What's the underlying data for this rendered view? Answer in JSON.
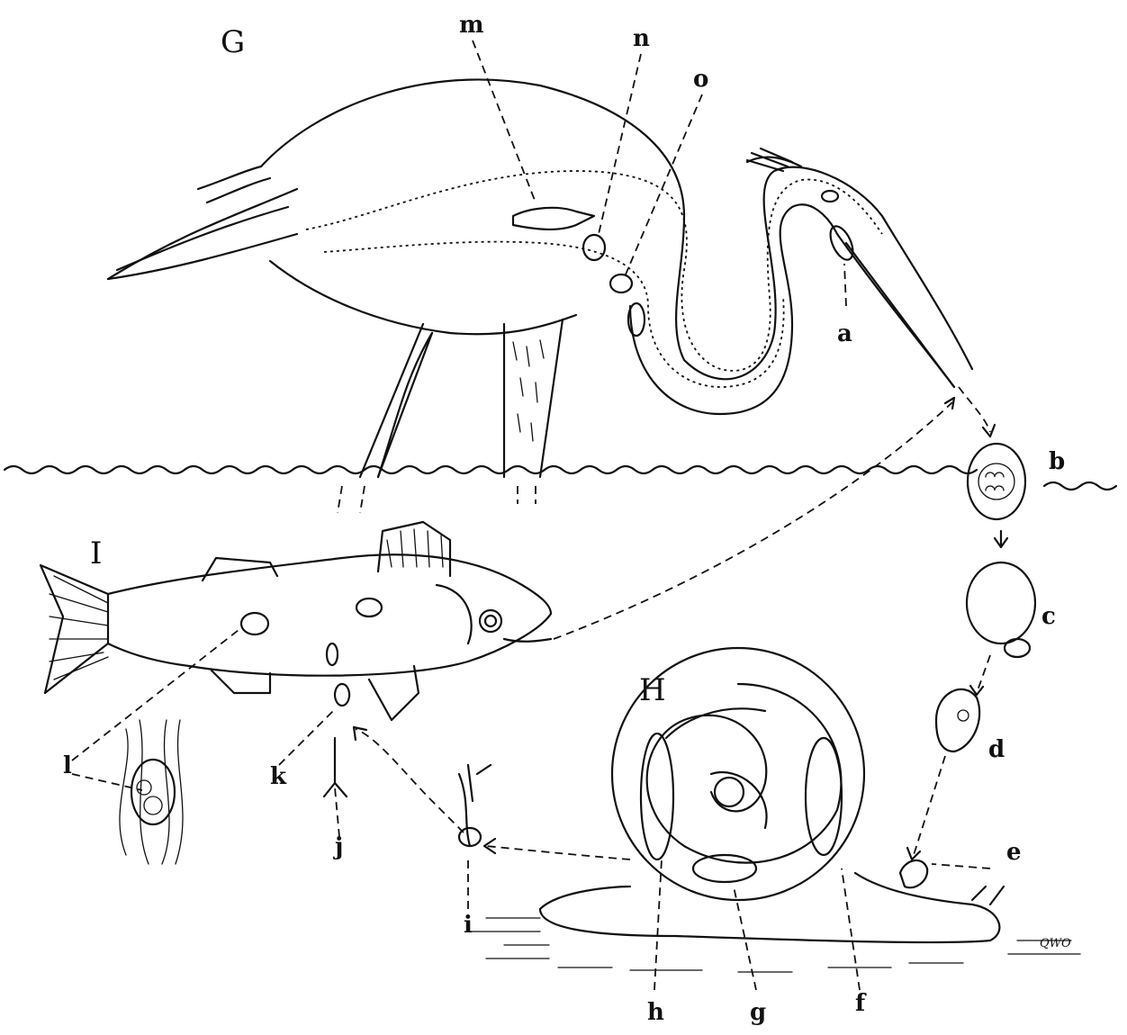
{
  "figure": {
    "stage_labels": {
      "heron": "G",
      "snail": "H",
      "fish": "I"
    },
    "part_labels": [
      "a",
      "b",
      "c",
      "d",
      "e",
      "f",
      "g",
      "h",
      "i",
      "j",
      "k",
      "l",
      "m",
      "n",
      "o"
    ],
    "signature": "QWO"
  }
}
